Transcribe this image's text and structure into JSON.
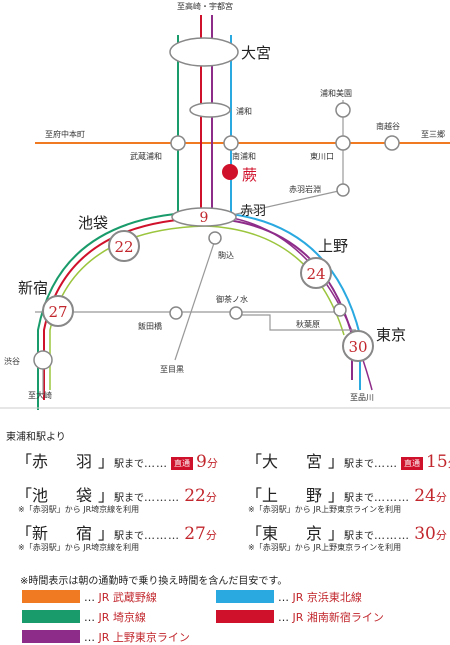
{
  "colors": {
    "musashino": "#ef7a22",
    "saikyo": "#1a9b6b",
    "keihin": "#2aa9e0",
    "shonan": "#d0112b",
    "ueno_tokyo": "#8e2c8a",
    "yamanote": "#9bc53d",
    "other": "#999999"
  },
  "map": {
    "directions": {
      "takasaki": "至高崎・宇都宮",
      "fuchu": "至府中本町",
      "misato": "至三郷",
      "ome": "至大崎",
      "mejiro": "至目黒",
      "shinagawa": "至品川"
    },
    "stations": {
      "omiya": "大宮",
      "urawa": "浦和",
      "minami_urawa": "南浦和",
      "musashi_urawa": "武蔵浦和",
      "higashi_kawaguchi": "東川口",
      "urawa_misono": "浦和美園",
      "minami_koshigaya": "南越谷",
      "akabane_iwabuchi": "赤羽岩淵",
      "warabi": "蕨",
      "akabane": "赤羽",
      "ikebukuro": "池袋",
      "komagome": "駒込",
      "ueno": "上野",
      "shinjuku": "新宿",
      "ochanomizu": "御茶ノ水",
      "iidabashi": "飯田橋",
      "akihabara": "秋葉原",
      "tokyo": "東京",
      "shibuya": "渋谷"
    },
    "times": {
      "akabane": "9",
      "ikebukuro": "22",
      "ueno": "24",
      "shinjuku": "27",
      "tokyo": "30"
    }
  },
  "info": {
    "from": "東浦和駅より",
    "entries": [
      {
        "station": "赤　羽",
        "suffix": "駅まで",
        "dots": "……",
        "badge": "直通",
        "mins": "9",
        "unit": "分",
        "note": ""
      },
      {
        "station": "大　宮",
        "suffix": "駅まで",
        "dots": "……",
        "badge": "直通",
        "mins": "15",
        "unit": "分",
        "note": ""
      },
      {
        "station": "池　袋",
        "suffix": "駅まで",
        "dots": "………",
        "badge": "",
        "mins": "22",
        "unit": "分",
        "note": "※「赤羽駅」から JR埼京線を利用"
      },
      {
        "station": "上　野",
        "suffix": "駅まで",
        "dots": "………",
        "badge": "",
        "mins": "24",
        "unit": "分",
        "note": "※「赤羽駅」から JR上野東京ラインを利用"
      },
      {
        "station": "新　宿",
        "suffix": "駅まで",
        "dots": "………",
        "badge": "",
        "mins": "27",
        "unit": "分",
        "note": "※「赤羽駅」から JR埼京線を利用"
      },
      {
        "station": "東　京",
        "suffix": "駅まで",
        "dots": "………",
        "badge": "",
        "mins": "30",
        "unit": "分",
        "note": "※「赤羽駅」から JR上野東京ラインを利用"
      }
    ],
    "notice": "※時間表示は朝の通勤時で乗り換え時間を含んだ目安です。",
    "legend": [
      {
        "color": "#ef7a22",
        "dots": "…",
        "label": "JR 武蔵野線"
      },
      {
        "color": "#2aa9e0",
        "dots": "…",
        "label": "JR 京浜東北線"
      },
      {
        "color": "#1a9b6b",
        "dots": "…",
        "label": "JR 埼京線"
      },
      {
        "color": "#d0112b",
        "dots": "…",
        "label": "JR 湘南新宿ライン"
      },
      {
        "color": "#8e2c8a",
        "dots": "…",
        "label": "JR 上野東京ライン"
      }
    ]
  }
}
